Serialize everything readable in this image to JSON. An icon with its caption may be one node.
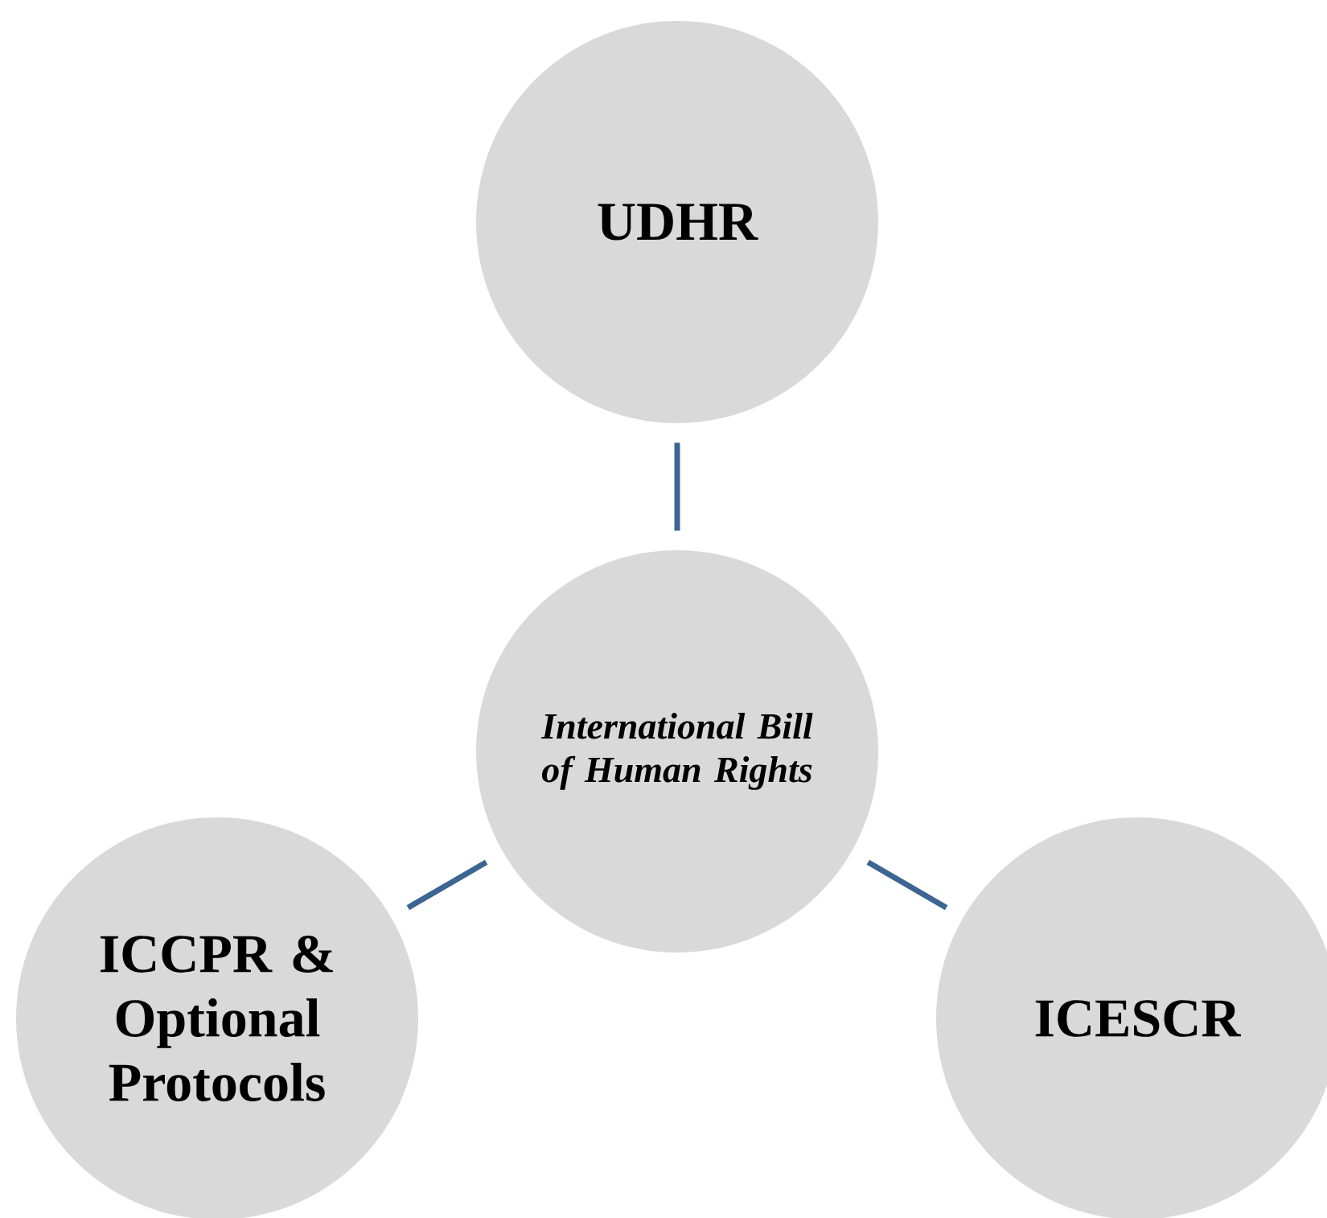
{
  "diagram": {
    "nodes": [
      {
        "text": [
          "UDHR"
        ]
      },
      {
        "text": [
          "International Bill of Human Rights"
        ]
      },
      {
        "text": [
          "ICCPR & Optional Protocols"
        ]
      },
      {
        "text": [
          "ICESCR"
        ]
      }
    ],
    "edges": [
      {
        "from": 1,
        "to": 0,
        "arrow": "none"
      },
      {
        "from": 1,
        "to": 2,
        "arrow": "none"
      },
      {
        "from": 1,
        "to": 3,
        "arrow": "none"
      }
    ]
  }
}
